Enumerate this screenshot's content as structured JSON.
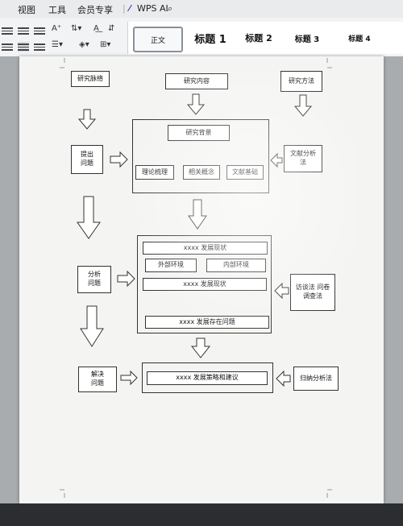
{
  "menu": {
    "view": "视图",
    "tools": "工具",
    "member": "会员专享",
    "wps_ai": "WPS AI"
  },
  "styles": {
    "normal": "正文",
    "h1": "标题 1",
    "h2": "标题 2",
    "h3": "标题 3",
    "h4": "标题 4"
  },
  "flow": {
    "context": "研究脉络",
    "content": "研究内容",
    "method": "研究方法",
    "raise_problem": "提出\n问题",
    "background": "研究背景",
    "theory": "理论梳理",
    "concepts": "相关概念",
    "literature_basis": "文献基础",
    "literature_analysis": "文献分析\n法",
    "analyze_problem": "分析\n问题",
    "status1": "xxxx 发展现状",
    "external": "外部环境",
    "internal": "内部环境",
    "status2": "xxxx 发展现状",
    "problems": "xxxx 发展存在问题",
    "interview": "访谈法 问卷\n调查法",
    "solve_problem": "解决\n问题",
    "strategy": "xxxx 发展策略和建议",
    "induction": "归纳分析法"
  }
}
